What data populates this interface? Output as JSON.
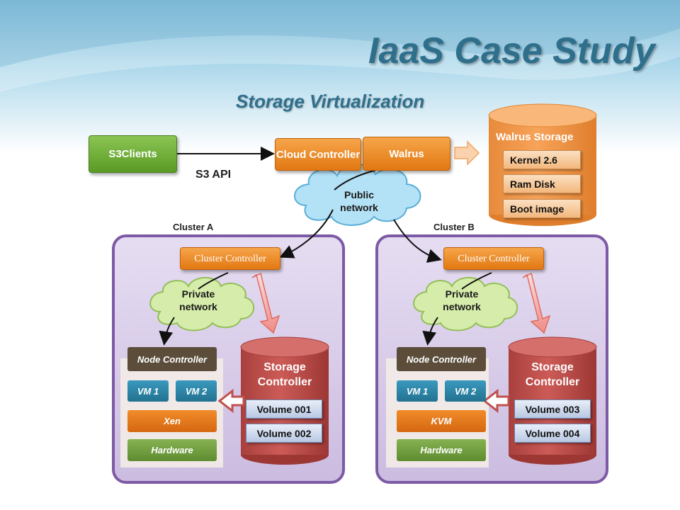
{
  "title": "IaaS Case Study",
  "subtitle": "Storage Virtualization",
  "s3_clients": "S3Clients",
  "s3_api": "S3 API",
  "cloud_controller": "Cloud Controller",
  "walrus": "Walrus",
  "walrus_storage": {
    "title": "Walrus Storage",
    "items": [
      "Kernel 2.6",
      "Ram Disk",
      "Boot image"
    ]
  },
  "public_network": "Public network",
  "cluster_a": {
    "label": "Cluster A",
    "controller": "Cluster Controller",
    "private_network": "Private network",
    "node_controller": "Node Controller",
    "vms": [
      "VM 1",
      "VM 2"
    ],
    "hypervisor": "Xen",
    "hardware": "Hardware",
    "storage_controller": "Storage Controller",
    "volumes": [
      "Volume 001",
      "Volume 002"
    ]
  },
  "cluster_b": {
    "label": "Cluster B",
    "controller": "Cluster Controller",
    "private_network": "Private network",
    "node_controller": "Node Controller",
    "vms": [
      "VM 1",
      "VM 2"
    ],
    "hypervisor": "KVM",
    "hardware": "Hardware",
    "storage_controller": "Storage Controller",
    "volumes": [
      "Volume 003",
      "Volume 004"
    ]
  },
  "colors": {
    "title": "#2e6f8c",
    "cluster_fill": "#d9cdea",
    "cluster_border": "#7d5aa5",
    "storage_red": "#c0504d",
    "walrus_orange": "#f79646",
    "cloud_fill": "#b3e1f5",
    "private_cloud_fill": "#d6ecaa"
  }
}
